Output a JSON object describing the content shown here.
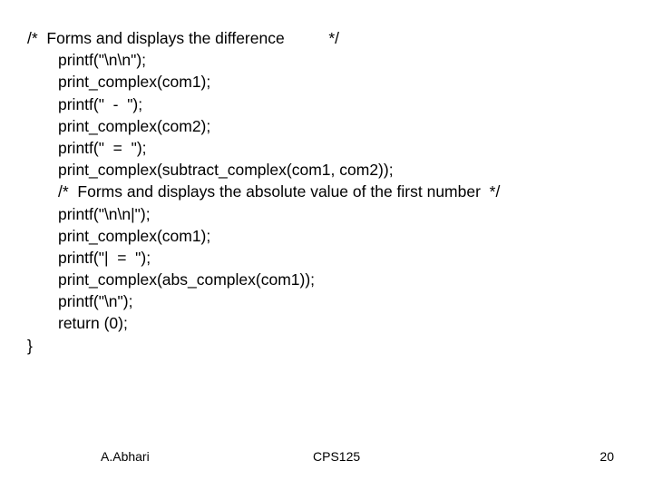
{
  "code_lines": [
    {
      "text": "/*  Forms and displays the difference          */",
      "indent": false
    },
    {
      "text": "printf(\"\\n\\n\");",
      "indent": true
    },
    {
      "text": "print_complex(com1);",
      "indent": true
    },
    {
      "text": "printf(\"  -  \");",
      "indent": true
    },
    {
      "text": "print_complex(com2);",
      "indent": true
    },
    {
      "text": "printf(\"  =  \");",
      "indent": true
    },
    {
      "text": "print_complex(subtract_complex(com1, com2));",
      "indent": true
    },
    {
      "text": "/*  Forms and displays the absolute value of the first number  */",
      "indent": true
    },
    {
      "text": "printf(\"\\n\\n|\");",
      "indent": true
    },
    {
      "text": "print_complex(com1);",
      "indent": true
    },
    {
      "text": "printf(\"|  =  \");",
      "indent": true
    },
    {
      "text": "print_complex(abs_complex(com1));",
      "indent": true
    },
    {
      "text": "printf(\"\\n\");",
      "indent": true
    },
    {
      "text": "return (0);",
      "indent": true
    },
    {
      "text": "}",
      "indent": false
    }
  ],
  "footer": {
    "author": "A.Abhari",
    "course": "CPS125",
    "page_number": "20"
  }
}
